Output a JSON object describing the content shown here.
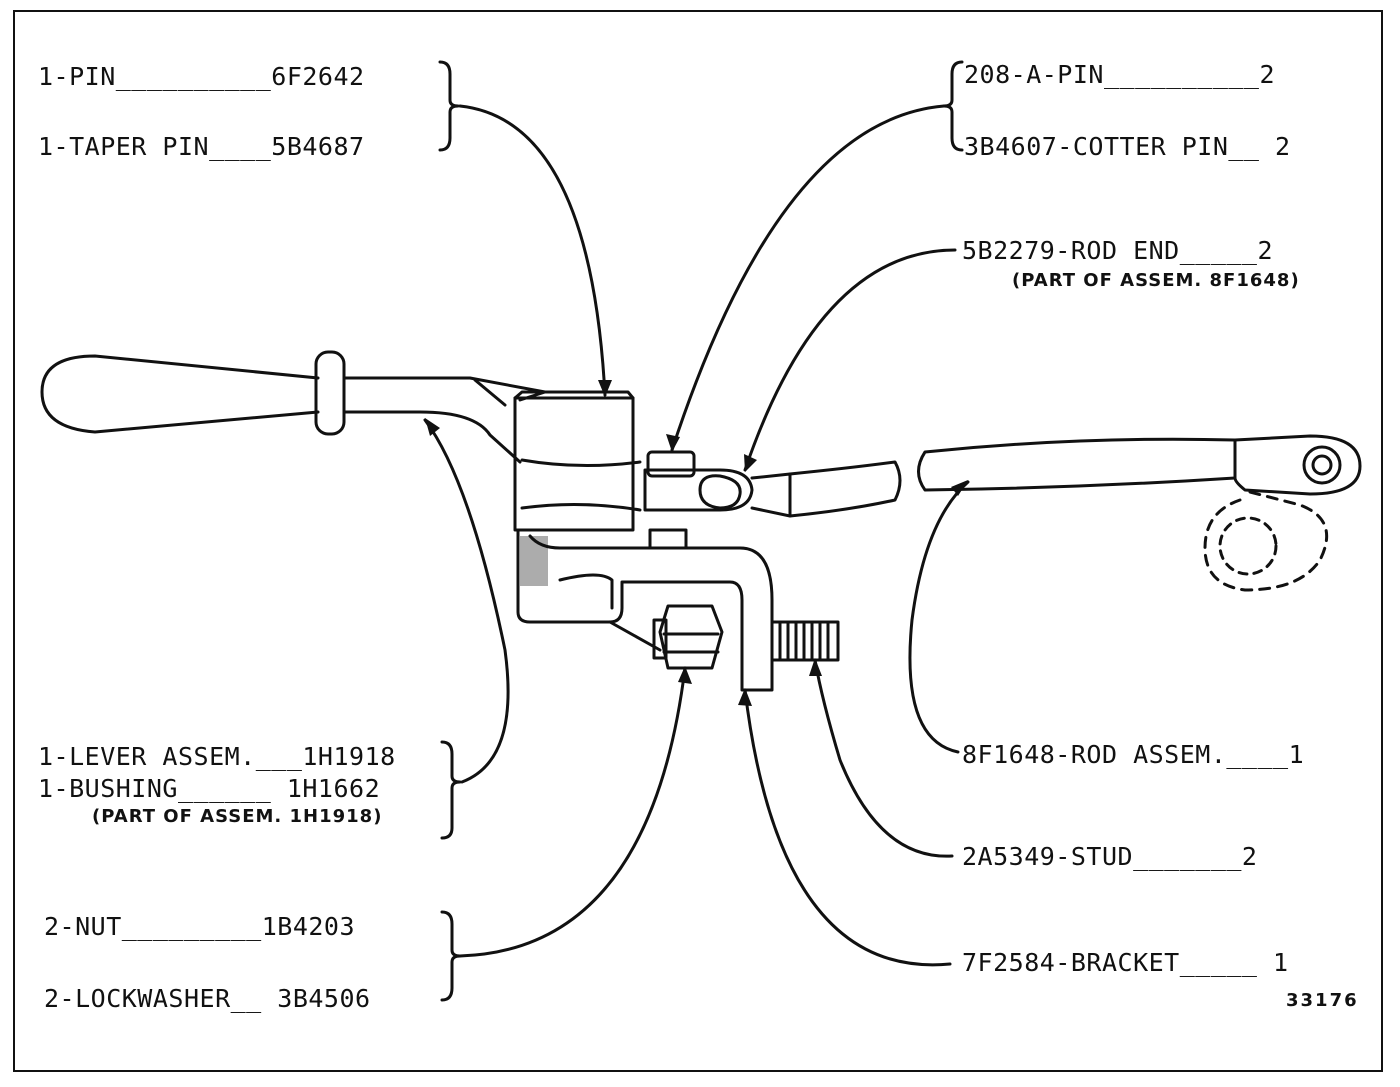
{
  "figure_number": "33176",
  "labels": {
    "pin": "1-PIN__________6F2642",
    "taper_pin": "1-TAPER PIN____5B4687",
    "a_pin": "208-A-PIN__________2",
    "cotter_pin": "3B4607-COTTER PIN__ 2",
    "rod_end": "5B2279-ROD END_____2",
    "rod_end_note": "(PART OF ASSEM. 8F1648)",
    "lever_assem": "1-LEVER ASSEM.___1H1918",
    "bushing": "1-BUSHING______ 1H1662",
    "bushing_note": "(PART OF ASSEM. 1H1918)",
    "rod_assem": "8F1648-ROD ASSEM.____1",
    "stud": "2A5349-STUD_______2",
    "nut": "2-NUT_________1B4203",
    "lockwasher": "2-LOCKWASHER__ 3B4506",
    "bracket": "7F2584-BRACKET_____ 1"
  },
  "colors": {
    "ink": "#111111",
    "paper": "#ffffff"
  }
}
